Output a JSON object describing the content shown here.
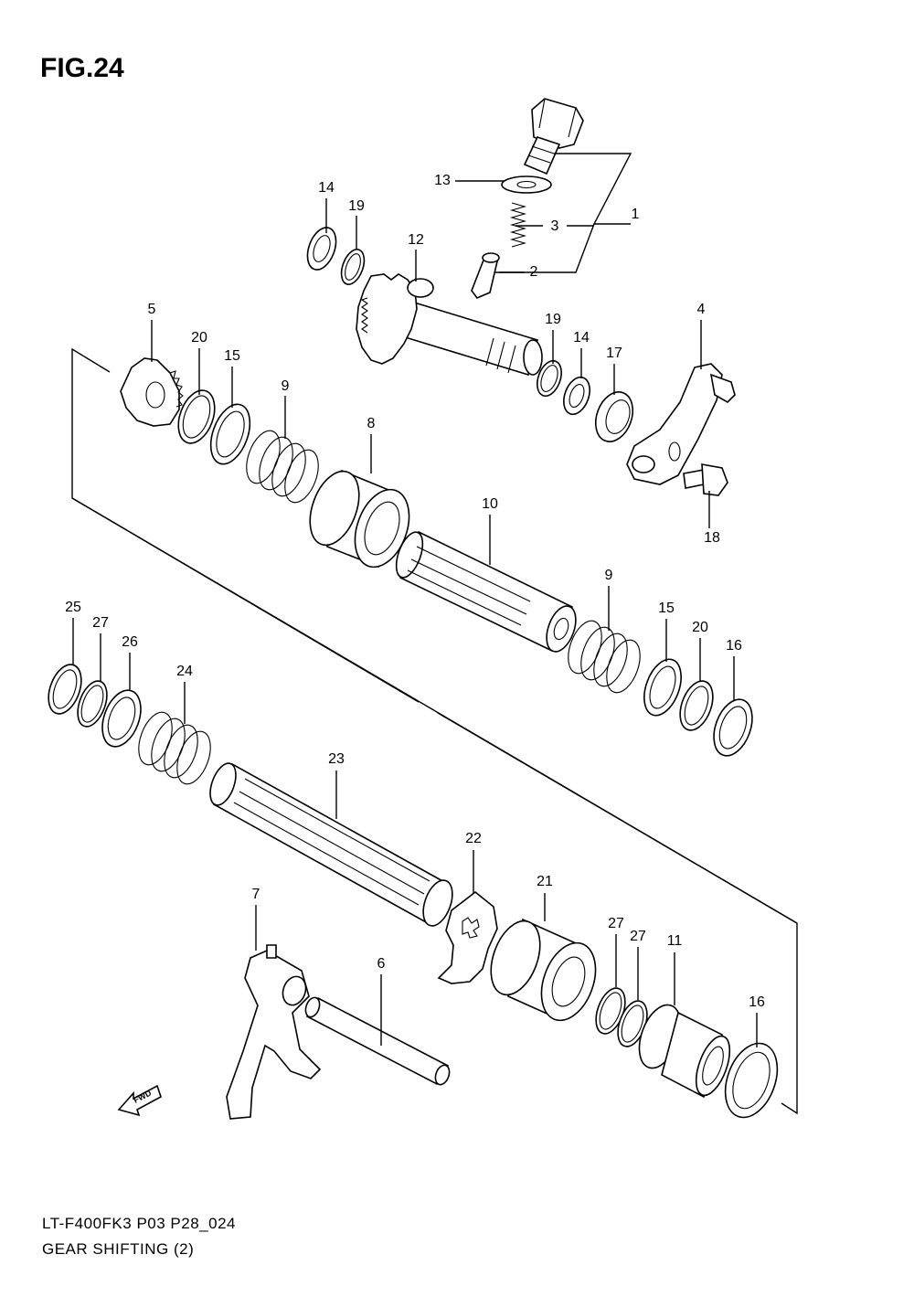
{
  "figure": {
    "title": "FIG.24"
  },
  "footer": {
    "model_code": "LT-F400FK3 P03 P28_024",
    "caption": "GEAR SHIFTING (2)"
  },
  "direction_marker": {
    "label": "FWD",
    "icon": "fwd-arrow-icon"
  },
  "callouts": {
    "n1": "1",
    "n2": "2",
    "n3": "3",
    "n4": "4",
    "n5": "5",
    "n6": "6",
    "n7": "7",
    "n8": "8",
    "n9a": "9",
    "n9b": "9",
    "n10": "10",
    "n11": "11",
    "n12": "12",
    "n13": "13",
    "n14a": "14",
    "n14b": "14",
    "n15a": "15",
    "n15b": "15",
    "n16a": "16",
    "n16b": "16",
    "n17": "17",
    "n18": "18",
    "n19a": "19",
    "n19b": "19",
    "n20a": "20",
    "n20b": "20",
    "n21": "21",
    "n22": "22",
    "n23": "23",
    "n24": "24",
    "n25": "25",
    "n26": "26",
    "n27a": "27",
    "n27b": "27",
    "n27c": "27"
  }
}
